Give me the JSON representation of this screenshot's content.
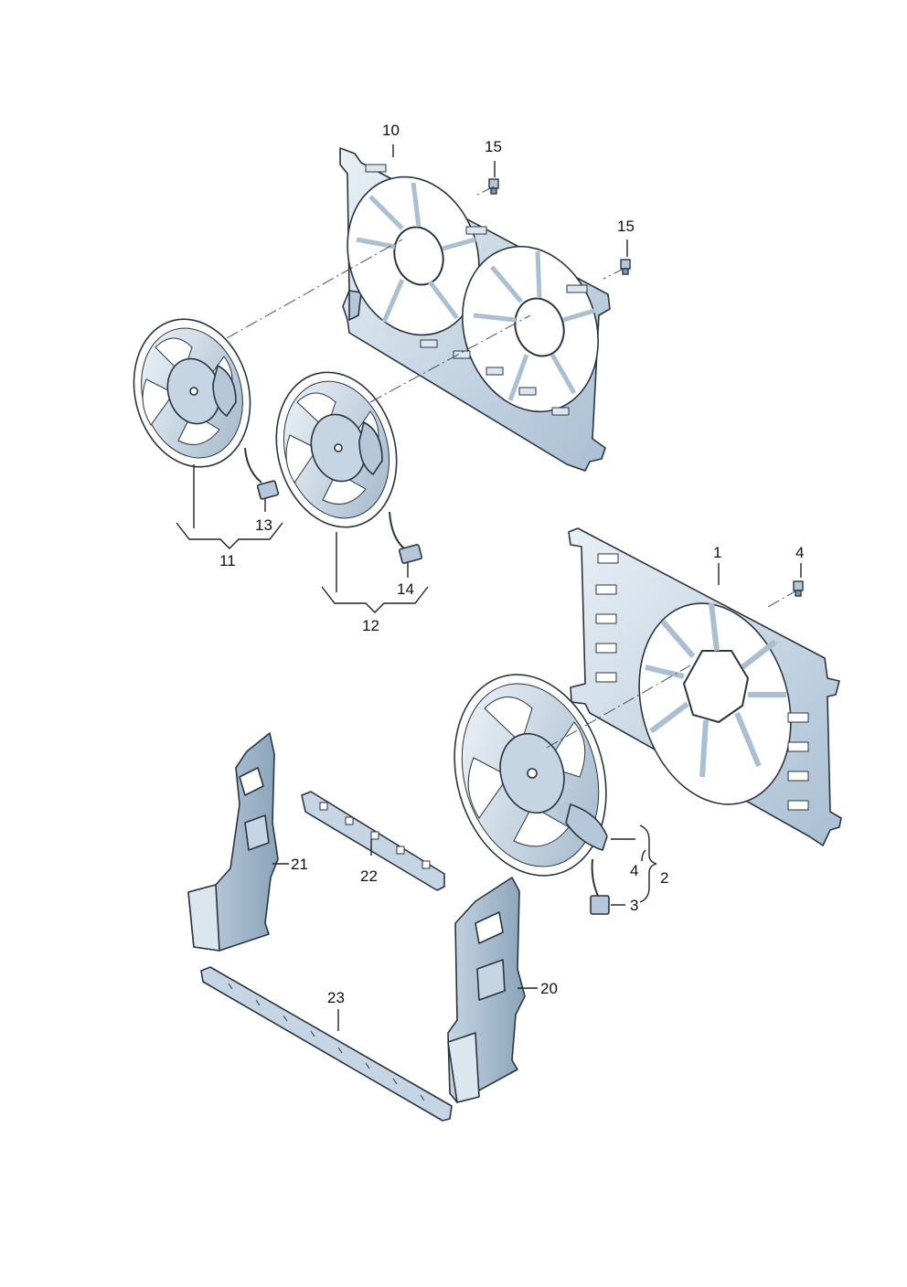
{
  "callouts": {
    "c1": "1",
    "c2": "2",
    "c3": "3",
    "c4a": "4",
    "c4b": "4",
    "c10": "10",
    "c11": "11",
    "c12": "12",
    "c13": "13",
    "c14": "14",
    "c15a": "15",
    "c15b": "15",
    "c20": "20",
    "c21": "21",
    "c22": "22",
    "c23": "23"
  },
  "colors": {
    "part_light": "#dbe6ef",
    "part_mid": "#b5c8d9",
    "part_dark": "#7f97ad",
    "outline": "#2a3540",
    "leader": "#222222"
  }
}
